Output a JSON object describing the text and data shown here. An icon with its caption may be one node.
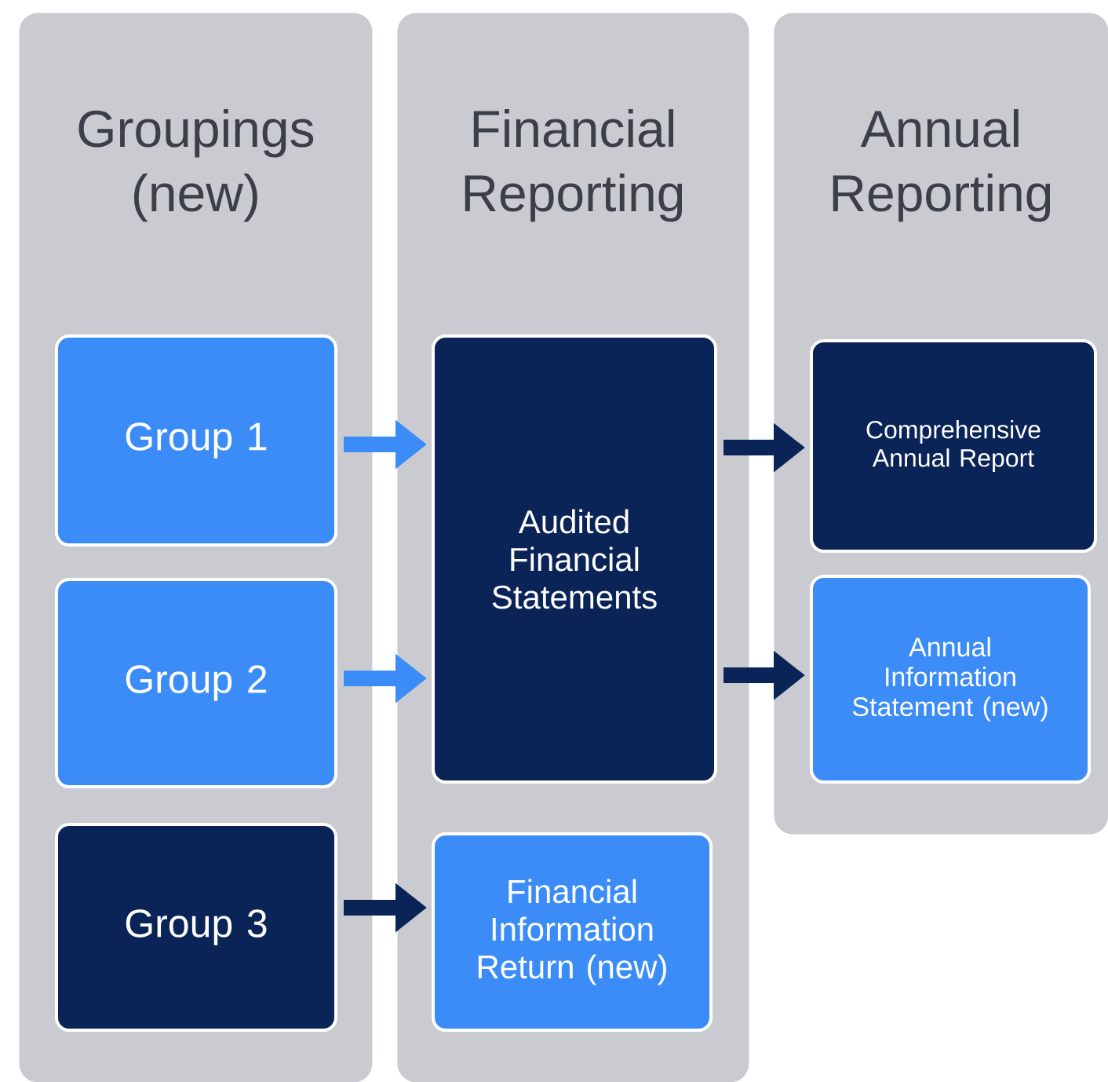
{
  "diagram": {
    "nodes": [
      {
        "text": [
          "Groupings (new)"
        ]
      },
      {
        "text": [
          "Group 1"
        ],
        "in": 0
      },
      {
        "text": [
          "Group 2"
        ],
        "in": 0
      },
      {
        "text": [
          "Group 3"
        ],
        "in": 0
      },
      {
        "text": [
          "Financial Reporting"
        ]
      },
      {
        "text": [
          "Audited Financial Statements"
        ],
        "in": 4
      },
      {
        "text": [
          "Financial Information Return (new)"
        ],
        "in": 4
      },
      {
        "text": [
          "Annual Reporting"
        ]
      },
      {
        "text": [
          "Comprehensive Annual Report"
        ],
        "in": 7
      },
      {
        "text": [
          "Annual Information Statement (new)"
        ],
        "in": 7
      }
    ],
    "edges": [
      {
        "from": 1,
        "to": 5,
        "arrow": "to",
        "color": "#3b8cf7"
      },
      {
        "from": 2,
        "to": 5,
        "arrow": "to",
        "color": "#3b8cf7"
      },
      {
        "from": 3,
        "to": 6,
        "arrow": "to"
      },
      {
        "from": 5,
        "to": 8,
        "arrow": "to"
      },
      {
        "from": 5,
        "to": 9,
        "arrow": "to"
      }
    ]
  }
}
